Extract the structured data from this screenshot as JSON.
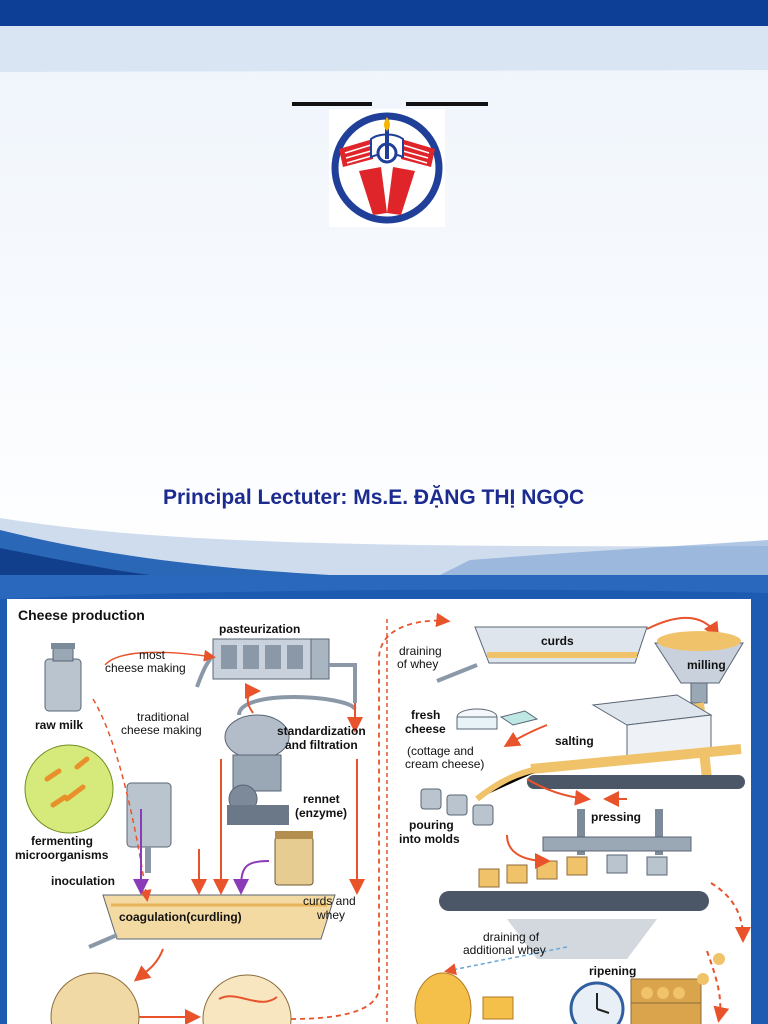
{
  "slide1": {
    "lecturer": "Principal Lectuter: Ms.E. ĐẶNG THỊ NGỌC",
    "logo_icon": "university-emblem-icon",
    "colors": {
      "top_bar": "#0e3f96",
      "lecturer_text": "#1c2b8f",
      "emblem_red": "#e0252a",
      "emblem_blue": "#1f3f98"
    }
  },
  "slide2": {
    "title": "Cheese production",
    "labels": {
      "pasteurization": "pasteurization",
      "most_line1": "most",
      "most_line2": "cheese making",
      "raw_milk": "raw milk",
      "traditional_line1": "traditional",
      "traditional_line2": "cheese making",
      "standardization_line1": "standardization",
      "standardization_line2": "and filtration",
      "rennet_line1": "rennet",
      "rennet_line2": "(enzyme)",
      "fermenting_line1": "fermenting",
      "fermenting_line2": "microorganisms",
      "inoculation": "inoculation",
      "coagulation": "coagulation(curdling)",
      "curds_whey_line1": "curds and",
      "curds_whey_line2": "whey",
      "draining_line1": "draining",
      "draining_line2": "of whey",
      "curds": "curds",
      "milling": "milling",
      "fresh_line1": "fresh",
      "fresh_line2": "cheese",
      "cottage_line1": "(cottage and",
      "cottage_line2": "cream cheese)",
      "salting": "salting",
      "pouring_line1": "pouring",
      "pouring_line2": "into molds",
      "pressing": "pressing",
      "add_whey_line1": "draining of",
      "add_whey_line2": "additional whey",
      "ripening": "ripening"
    },
    "colors": {
      "background": "#1d5ab2",
      "arrow": "#e8532b",
      "steel": "#8a98a8",
      "curd": "#f0c36a"
    }
  }
}
